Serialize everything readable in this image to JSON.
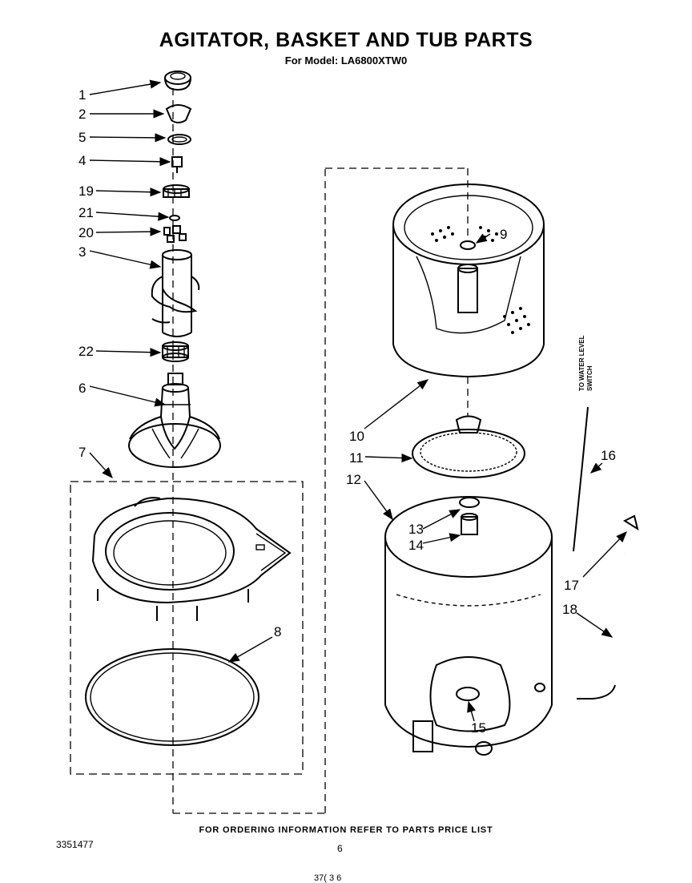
{
  "header": {
    "title": "AGITATOR, BASKET AND TUB PARTS",
    "subtitle": "For Model: LA6800XTW0"
  },
  "callouts": [
    {
      "id": "c1",
      "label": "1"
    },
    {
      "id": "c2",
      "label": "2"
    },
    {
      "id": "c5",
      "label": "5"
    },
    {
      "id": "c4",
      "label": "4"
    },
    {
      "id": "c19",
      "label": "19"
    },
    {
      "id": "c21",
      "label": "21"
    },
    {
      "id": "c20",
      "label": "20"
    },
    {
      "id": "c3",
      "label": "3"
    },
    {
      "id": "c22",
      "label": "22"
    },
    {
      "id": "c6",
      "label": "6"
    },
    {
      "id": "c7",
      "label": "7"
    },
    {
      "id": "c8",
      "label": "8"
    },
    {
      "id": "c9",
      "label": "9"
    },
    {
      "id": "c10",
      "label": "10"
    },
    {
      "id": "c11",
      "label": "11"
    },
    {
      "id": "c12",
      "label": "12"
    },
    {
      "id": "c13",
      "label": "13"
    },
    {
      "id": "c14",
      "label": "14"
    },
    {
      "id": "c15",
      "label": "15"
    },
    {
      "id": "c16",
      "label": "16"
    },
    {
      "id": "c17",
      "label": "17"
    },
    {
      "id": "c18",
      "label": "18"
    }
  ],
  "side_note": {
    "line1": "TO WATER LEVEL",
    "line2": "SWITCH"
  },
  "footer": {
    "ordering_note": "FOR ORDERING INFORMATION REFER TO PARTS PRICE LIST",
    "doc_number": "3351477",
    "page_number": "6",
    "bottom_mark": "37( 3 6"
  }
}
